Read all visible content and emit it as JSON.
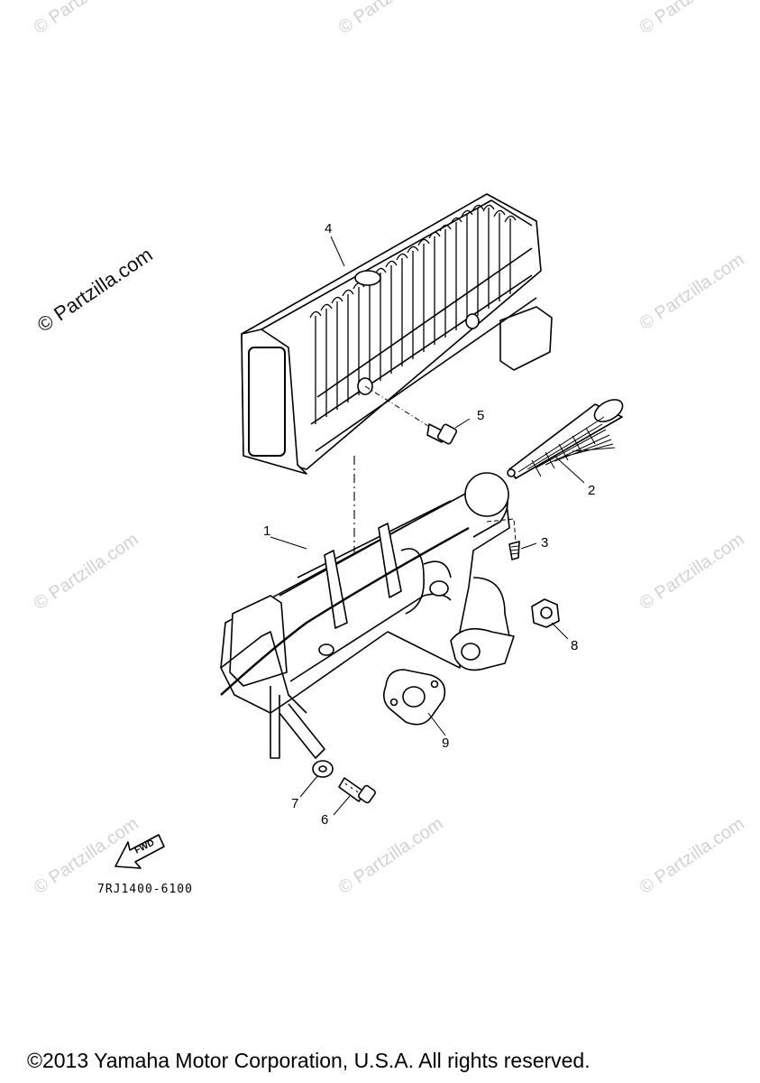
{
  "watermark": {
    "text": "© Partzilla.com"
  },
  "callouts": [
    "1",
    "2",
    "3",
    "4",
    "5",
    "6",
    "7",
    "8",
    "9"
  ],
  "direction_arrow": {
    "label": "FWD",
    "icon": "fwd-arrow-icon"
  },
  "diagram_code": "7RJ1400-6100",
  "copyright": "©2013 Yamaha Motor Corporation, U.S.A. All rights reserved."
}
